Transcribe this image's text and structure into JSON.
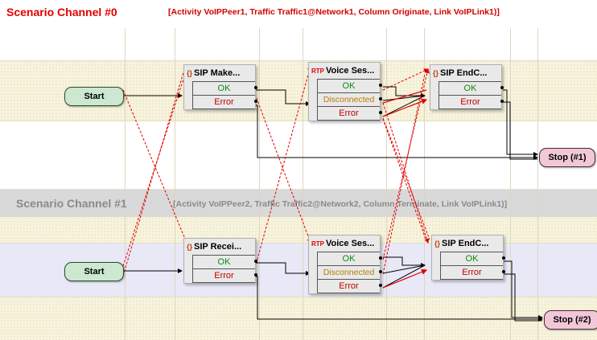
{
  "channels": [
    {
      "title": "Scenario Channel #0",
      "description": "[Activity VoIPPeer1, Traffic Traffic1@Network1, Column Originate, Link VoIPLink1)]",
      "start_label": "Start",
      "stop_label": "Stop (#1)",
      "nodes": [
        {
          "icon": "{}",
          "title": "SIP Make...",
          "outcomes": [
            "OK",
            "Error"
          ]
        },
        {
          "icon": "RTP",
          "title": "Voice Ses...",
          "outcomes": [
            "OK",
            "Disconnected",
            "Error"
          ]
        },
        {
          "icon": "{}",
          "title": "SIP EndC...",
          "outcomes": [
            "OK",
            "Error"
          ]
        }
      ]
    },
    {
      "title": "Scenario Channel #1",
      "description": "[Activity VoIPPeer2, Traffic Traffic2@Network2, Column Terminate, Link VoIPLink1)]",
      "start_label": "Start",
      "stop_label": "Stop (#2)",
      "nodes": [
        {
          "icon": "{}",
          "title": "SIP Recei...",
          "outcomes": [
            "OK",
            "Error"
          ]
        },
        {
          "icon": "RTP",
          "title": "Voice Ses...",
          "outcomes": [
            "OK",
            "Disconnected",
            "Error"
          ]
        },
        {
          "icon": "{}",
          "title": "SIP EndC...",
          "outcomes": [
            "OK",
            "Error"
          ]
        }
      ]
    }
  ],
  "colors": {
    "channel0_title": "#e20000",
    "channel1_title": "#8a8a8a",
    "ok": "#0a8a0a",
    "error": "#c00000",
    "disconnected": "#b87b00",
    "start_fill": "#cde8d1",
    "stop_fill": "#f1c8d8",
    "sync_wire": "#e00000"
  }
}
